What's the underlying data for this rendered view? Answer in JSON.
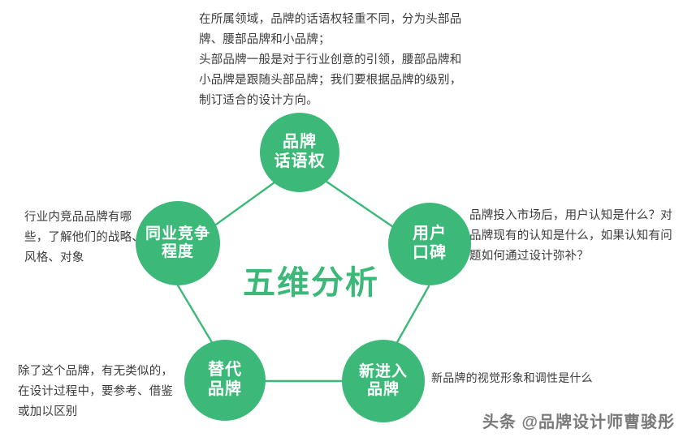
{
  "diagram": {
    "center_title": "五维分析",
    "accent_color": "#3cb878",
    "background_color": "#ffffff",
    "text_color": "#3c3c3c",
    "nodes": [
      {
        "id": "voice",
        "line1": "品牌",
        "line2": "话语权",
        "position": "top"
      },
      {
        "id": "reputation",
        "line1": "用户",
        "line2": "口碑",
        "position": "right"
      },
      {
        "id": "newbrand",
        "line1": "新进入",
        "line2": "品牌",
        "position": "bottom-right"
      },
      {
        "id": "substitute",
        "line1": "替代",
        "line2": "品牌",
        "position": "bottom-left"
      },
      {
        "id": "competition",
        "line1": "同业竞争",
        "line2": "程度",
        "position": "left"
      }
    ]
  },
  "notes": {
    "top": "在所属领域，品牌的话语权轻重不同，分为头部品牌、腰部品牌和小品牌；\n头部品牌一般是对于行业创意的引领，腰部品牌和小品牌是跟随头部品牌；我们要根据品牌的级别，制订适合的设计方向。",
    "left": "行业内竞品品牌有哪些，了解他们的战略、风格、对象",
    "right": "品牌投入市场后，用户认知是什么？对品牌现有的认知是什么，如果认知有问题如何通过设计弥补？",
    "bottom_left": "除了这个品牌，有无类似的，在设计过程中，要参考、借鉴或加以区别",
    "bottom_right": "新品牌的视觉形象和调性是什么"
  },
  "watermark": {
    "text": "头条 @品牌设计师曹骏彤"
  }
}
